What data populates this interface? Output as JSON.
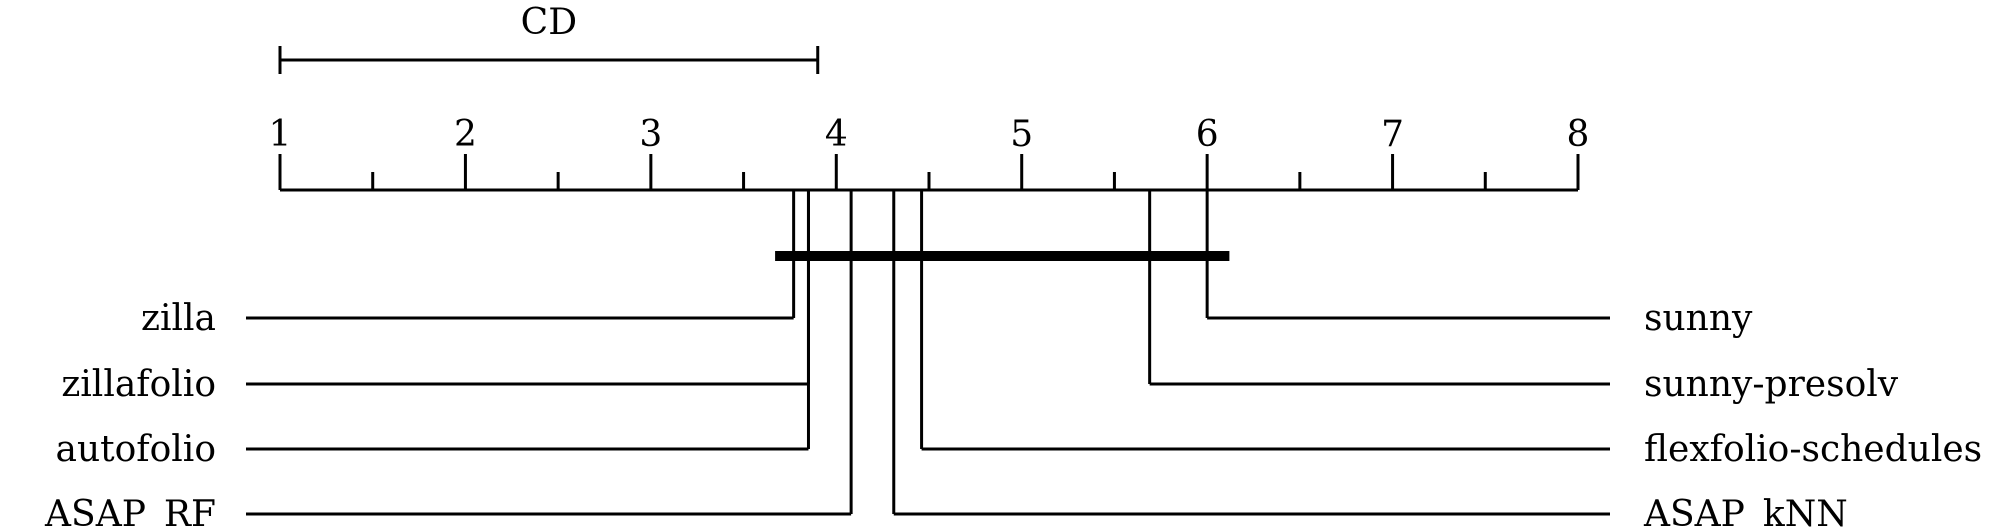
{
  "chart_data": {
    "type": "critical-difference",
    "cd_label": "CD",
    "cd_value": 2.9,
    "axis": {
      "min": 1,
      "max": 8,
      "ticks": [
        "1",
        "2",
        "3",
        "4",
        "5",
        "6",
        "7",
        "8"
      ],
      "minor_step": 0.5
    },
    "left_methods": [
      {
        "name": "zilla",
        "rank": 3.77
      },
      {
        "name": "zillafolio",
        "rank": 3.85
      },
      {
        "name": "autofolio",
        "rank": 3.85
      },
      {
        "name": "ASAP_RF",
        "rank": 4.08
      }
    ],
    "right_methods": [
      {
        "name": "sunny",
        "rank": 6.0
      },
      {
        "name": "sunny-presolv",
        "rank": 5.69
      },
      {
        "name": "flexfolio-schedules",
        "rank": 4.46
      },
      {
        "name": "ASAP_kNN",
        "rank": 4.31
      }
    ],
    "cliques": [
      {
        "from": 3.67,
        "to": 6.12
      }
    ]
  }
}
